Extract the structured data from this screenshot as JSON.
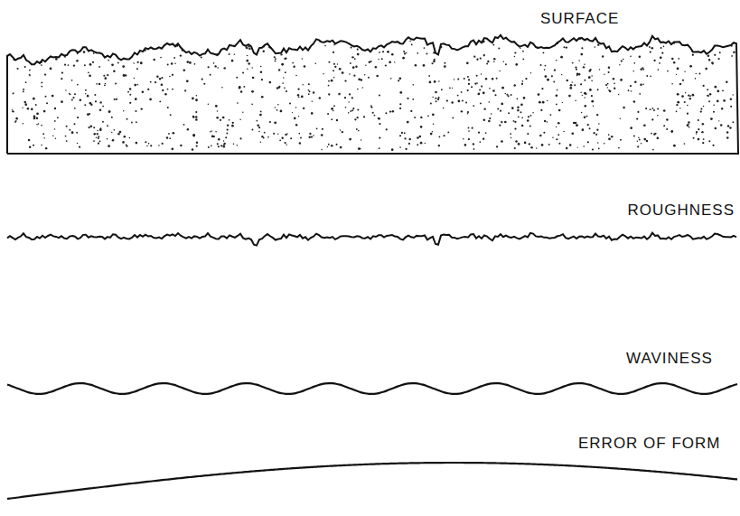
{
  "diagram": {
    "labels": [
      "SURFACE",
      "ROUGHNESS",
      "WAVINESS",
      "ERROR OF FORM"
    ]
  }
}
